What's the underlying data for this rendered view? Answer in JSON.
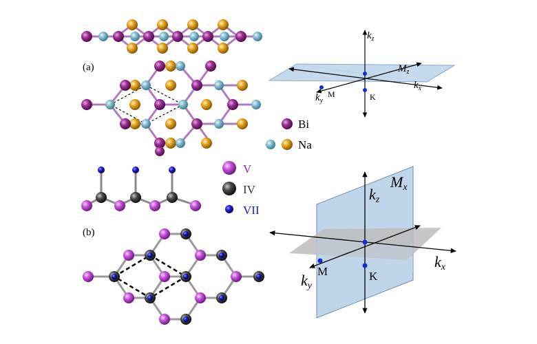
{
  "panel_a": {
    "label": "(a)",
    "legend": [
      {
        "name": "Bi",
        "color": "#8e2a8a"
      },
      {
        "name": "Na",
        "color": "#e0a41c"
      }
    ],
    "extra_atom_color": "#7fb6cc",
    "bz": {
      "kz_main": "k",
      "kz_sub": "z",
      "kx_main": "k",
      "kx_sub": "x",
      "ky_main": "k",
      "ky_sub": "y",
      "mirror_main": "M",
      "mirror_sub": "z",
      "point_m": "M",
      "point_k": "K"
    }
  },
  "panel_b": {
    "label": "(b)",
    "legend": [
      {
        "name": "V",
        "color": "#c24fd8"
      },
      {
        "name": "IV",
        "color": "#3a3a3a"
      },
      {
        "name": "VII",
        "color": "#1818c8"
      }
    ],
    "bz": {
      "kz_main": "k",
      "kz_sub": "z",
      "kx_main": "k",
      "kx_sub": "x",
      "ky_main": "k",
      "ky_sub": "y",
      "mirror_main": "M",
      "mirror_sub": "x",
      "point_m": "M",
      "point_k": "K"
    }
  }
}
